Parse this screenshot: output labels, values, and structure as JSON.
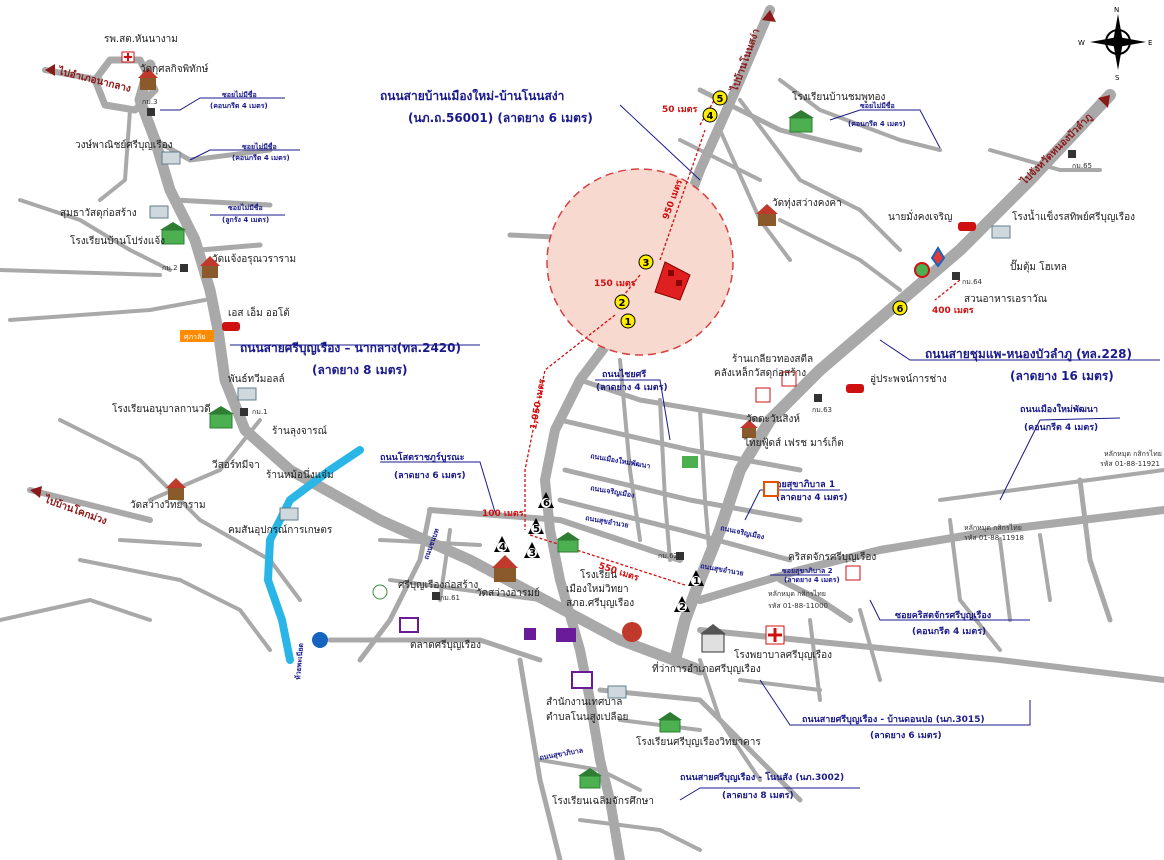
{
  "roads": {
    "r1": {
      "name": "ถนนสายบ้านเมืองใหม่-บ้านโนนสง่า",
      "detail": "(นภ.ถ.56001) (ลาดยาง 6 เมตร)"
    },
    "r2": {
      "name": "ถนนสายศรีบุญเรือง – นากลาง(ทล.2420)",
      "detail": "(ลาดยาง 8 เมตร)"
    },
    "r3": {
      "name": "ถนนสายชุมแพ-หนองบัวลำภู (ทล.228)",
      "detail": "(ลาดยาง 16 เมตร)"
    },
    "r4": {
      "name": "ถนนโสตราชภูร์บูรณะ",
      "detail": "(ลาดยาง 6 เมตร)"
    },
    "r5": {
      "name": "ถนนเมืองใหม่พัฒนา",
      "detail": "(คอนกรีต 4 เมตร)"
    },
    "r6": {
      "name": "ถนนสายศรีบุญเรือง - บ้านดอนปอ (นภ.3015)",
      "detail": "(ลาดยาง 6 เมตร)"
    },
    "r7": {
      "name": "ถนนสายศรีบุญเรือง - โนนสัง (นภ.3002)",
      "detail": "(ลาดยาง 8 เมตร)"
    },
    "r8": {
      "name": "ถนนไชยศรี",
      "detail": "(ลาดยาง 4 เมตร)"
    },
    "r9": {
      "name": "ซอยสุขาภิบาล 1",
      "detail": "(ลาดยาง 4 เมตร)"
    },
    "r10": {
      "name": "ซอยคริสตจักรศรีบุญเรือง",
      "detail": "(คอนกรีต 4 เมตร)"
    }
  },
  "sois": [
    {
      "name": "ซอยไม่มีชื่อ",
      "detail": "(คอนกรีต 4 เมตร)"
    },
    {
      "name": "ซอยไม่มีชื่อ",
      "detail": "(คอนกรีต 4 เมตร)"
    },
    {
      "name": "ซอยไม่มีชื่อ",
      "detail": "(ลูกรัง 4 เมตร)"
    },
    {
      "name": "ซอยไม่มีชื่อ",
      "detail": "(คอนกรีต 4 เมตร)"
    },
    {
      "name": "ซอยสุขาภิบาล 2",
      "detail": "(ลาดยาง 4 เมตร)"
    }
  ],
  "directions": {
    "d1": "ไปอำเภอนากลาง",
    "d2": "ไปบ้านโนนสง่า",
    "d3": "ไปจังหวัดหนองบัวลำภู",
    "d4": "ไปบ้านโคกม่วง"
  },
  "distances": {
    "m50": "50 เมตร",
    "m950": "950 เมตร",
    "m150": "150 เมตร",
    "m400": "400 เมตร",
    "m1050": "1,050 เมตร",
    "m100": "100 เมตร",
    "m550": "550 เมตร"
  },
  "places": {
    "p1": "รพ.สต.หันนางาม",
    "p2": "วัดกุศลกิจพิทักษ์",
    "p3": "วงษ์พาณิชย์ศรีบุญเรือง",
    "p4": "สุมธาวัสดุก่อสร้าง",
    "p5": "โรงเรียนบ้านโปร่งแจ้ง",
    "p6": "วัดแจ้งอรุณวราราม",
    "p7": "เอส เอ็ม ออโต้",
    "p8": "พันธ์ทวีมอลล์",
    "p9": "โรงเรียนอนุบาลกานวดี",
    "p10": "ร้านลุงจารณ์",
    "p11": "วีสอร์ทมีจา",
    "p12": "ร้านหม้อนึ่งแจ๋ม",
    "p13": "วัดสว่างวิทยาราม",
    "p14": "คมสันอุปกรณ์การเกษตร",
    "p15": "ศรีบุญเรืองก่อสร้าง",
    "p16": "ตลาดศรีบุญเรือง",
    "p17": "วัดสว่างอารมย์",
    "p18": "โรงเรียน",
    "p19": "เมืองใหม่วิทยา",
    "p20": "สภอ.ศรีบุญเรือง",
    "p21": "ที่ว่าการอำเภอศรีบุญเรือง",
    "p22": "โรงพยาบาลศรีบุญเรือง",
    "p23": "สำนักงานเทศบาล",
    "p24": "ตำบลโนนสูงเปลือย",
    "p25": "โรงเรียนศรีบุญเรืองวิทยาคาร",
    "p26": "โรงเรียนเฉลิมจักรศึกษา",
    "p27": "โรงเรียนบ้านชมพูทอง",
    "p28": "วัดทุ่งสว่างคงคา",
    "p29": "นายมั่งคงเจริญ",
    "p30": "โรงน้ำแข็งรสทิพย์ศรีบุญเรือง",
    "p31": "ปั๊มตุ้ม โฮเทล",
    "p32": "สวนอาหารเอราวัณ",
    "p33": "ร้านเกลียวทองสตีล",
    "p34": "คลังเหล็กวัสดุก่อสร้าง",
    "p35": "อู่ประพจน์การช่าง",
    "p36": "วัดตะวันสิงห์",
    "p37": "ไทยฟู้ดส์ เฟรช มาร์เก็ต",
    "p38": "คริสตจักรศรีบุญเรือง"
  },
  "km_markers": [
    "กม.3",
    "กม.2",
    "กม.1",
    "กม.61",
    "กม.62",
    "กม.63",
    "กม.64",
    "กม.65"
  ],
  "streets": {
    "s1": "ถนนเมืองใหม่พัฒนา",
    "s2": "ถนนเจริญเมือง",
    "s3": "ถนนสุขอำนวย",
    "s4": "ถนนชนบท",
    "s5": "ถนนสุขอำนวย",
    "s6": "ถนนเจริญเมือง",
    "s7": "ถนนสุขาภิบาล",
    "s8": "ห้วยพะเนียด"
  },
  "phones": [
    {
      "name": "หลักหมุด กสิกรไทย",
      "number": "รหัส 01-88-11921"
    },
    {
      "name": "หลักหมุด กสิกรไทย",
      "number": "รหัส 01-88-11918"
    },
    {
      "name": "หลักหมุด กสิกรไทย",
      "number": "รหัส 01-88-11000"
    }
  ],
  "compass": {
    "n": "N",
    "s": "S",
    "e": "E",
    "w": "W"
  },
  "markers": [
    "1",
    "2",
    "3",
    "4",
    "5",
    "6"
  ],
  "logo_text": "ศุภาลัย",
  "colors": {
    "road": "#a9a9a9",
    "label": "#1a1a8c",
    "distance": "#d01010",
    "river": "#29b6e6",
    "circle": "#f7d9d0",
    "site": "#e02020",
    "marker": "#ffee00"
  }
}
